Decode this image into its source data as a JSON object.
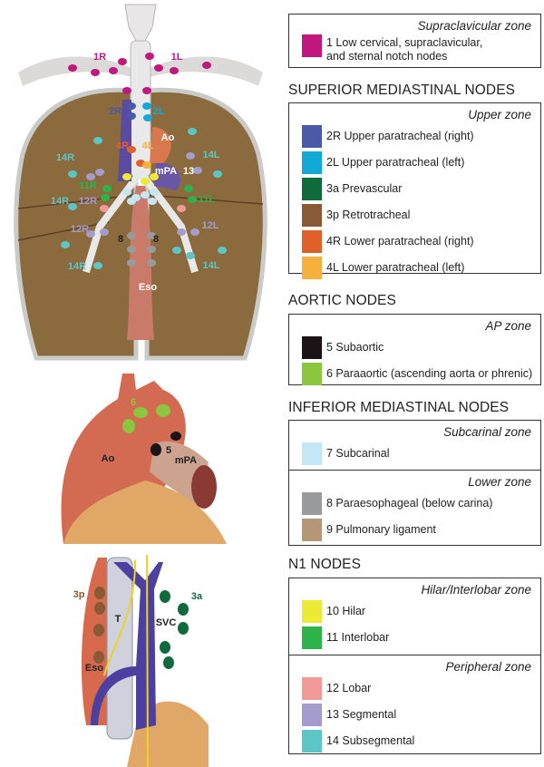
{
  "illustration": {
    "lungs_labels": [
      "1R",
      "1L",
      "2R",
      "2L",
      "Ao",
      "4R",
      "4L",
      "14R",
      "14L",
      "mPA",
      "13",
      "11R",
      "11L",
      "14R",
      "12R",
      "12R",
      "12L",
      "8",
      "8",
      "14R",
      "14L",
      "Eso"
    ],
    "heart_labels": [
      "6",
      "Ao",
      "5",
      "mPA"
    ],
    "mediastinum_labels": [
      "3p",
      "3a",
      "T",
      "SVC",
      "Eso"
    ]
  },
  "legend": {
    "supraclavicular": {
      "zone": "Supraclavicular zone",
      "items": [
        {
          "label": "1 Low cervical, supraclavicular, and sternal notch nodes",
          "color": "#c0187f"
        }
      ]
    },
    "superior": {
      "heading": "SUPERIOR MEDIASTINAL NODES",
      "zone": "Upper zone",
      "items": [
        {
          "label": "2R Upper paratracheal (right)",
          "color": "#4a5aa8"
        },
        {
          "label": "2L Upper paratracheal (left)",
          "color": "#12a9d6"
        },
        {
          "label": "3a Prevascular",
          "color": "#106b3a"
        },
        {
          "label": "3p Retrotracheal",
          "color": "#8a5a34"
        },
        {
          "label": "4R Lower paratracheal (right)",
          "color": "#e0602a"
        },
        {
          "label": "4L Lower paratracheal (left)",
          "color": "#f6b03c"
        }
      ]
    },
    "aortic": {
      "heading": "AORTIC NODES",
      "zone": "AP zone",
      "items": [
        {
          "label": "5 Subaortic",
          "color": "#1c1316"
        },
        {
          "label": "6 Paraaortic (ascending aorta or phrenic)",
          "color": "#8cc63f"
        }
      ]
    },
    "inferior": {
      "heading": "INFERIOR MEDIASTINAL NODES",
      "zones": [
        {
          "zone": "Subcarinal zone",
          "items": [
            {
              "label": "7 Subcarinal",
              "color": "#c4e6f6"
            }
          ]
        },
        {
          "zone": "Lower zone",
          "items": [
            {
              "label": "8 Paraesophageal (below carina)",
              "color": "#999a9c"
            },
            {
              "label": "9 Pulmonary ligament",
              "color": "#b59676"
            }
          ]
        }
      ]
    },
    "n1": {
      "heading": "N1 NODES",
      "zones": [
        {
          "zone": "Hilar/Interlobar zone",
          "items": [
            {
              "label": "10 Hilar",
              "color": "#ecea35"
            },
            {
              "label": "11 Interlobar",
              "color": "#2db34a"
            }
          ]
        },
        {
          "zone": "Peripheral zone",
          "items": [
            {
              "label": "12 Lobar",
              "color": "#f29a98"
            },
            {
              "label": "13 Segmental",
              "color": "#a39ccc"
            },
            {
              "label": "14 Subsegmental",
              "color": "#5cc6c6"
            }
          ]
        }
      ]
    }
  }
}
